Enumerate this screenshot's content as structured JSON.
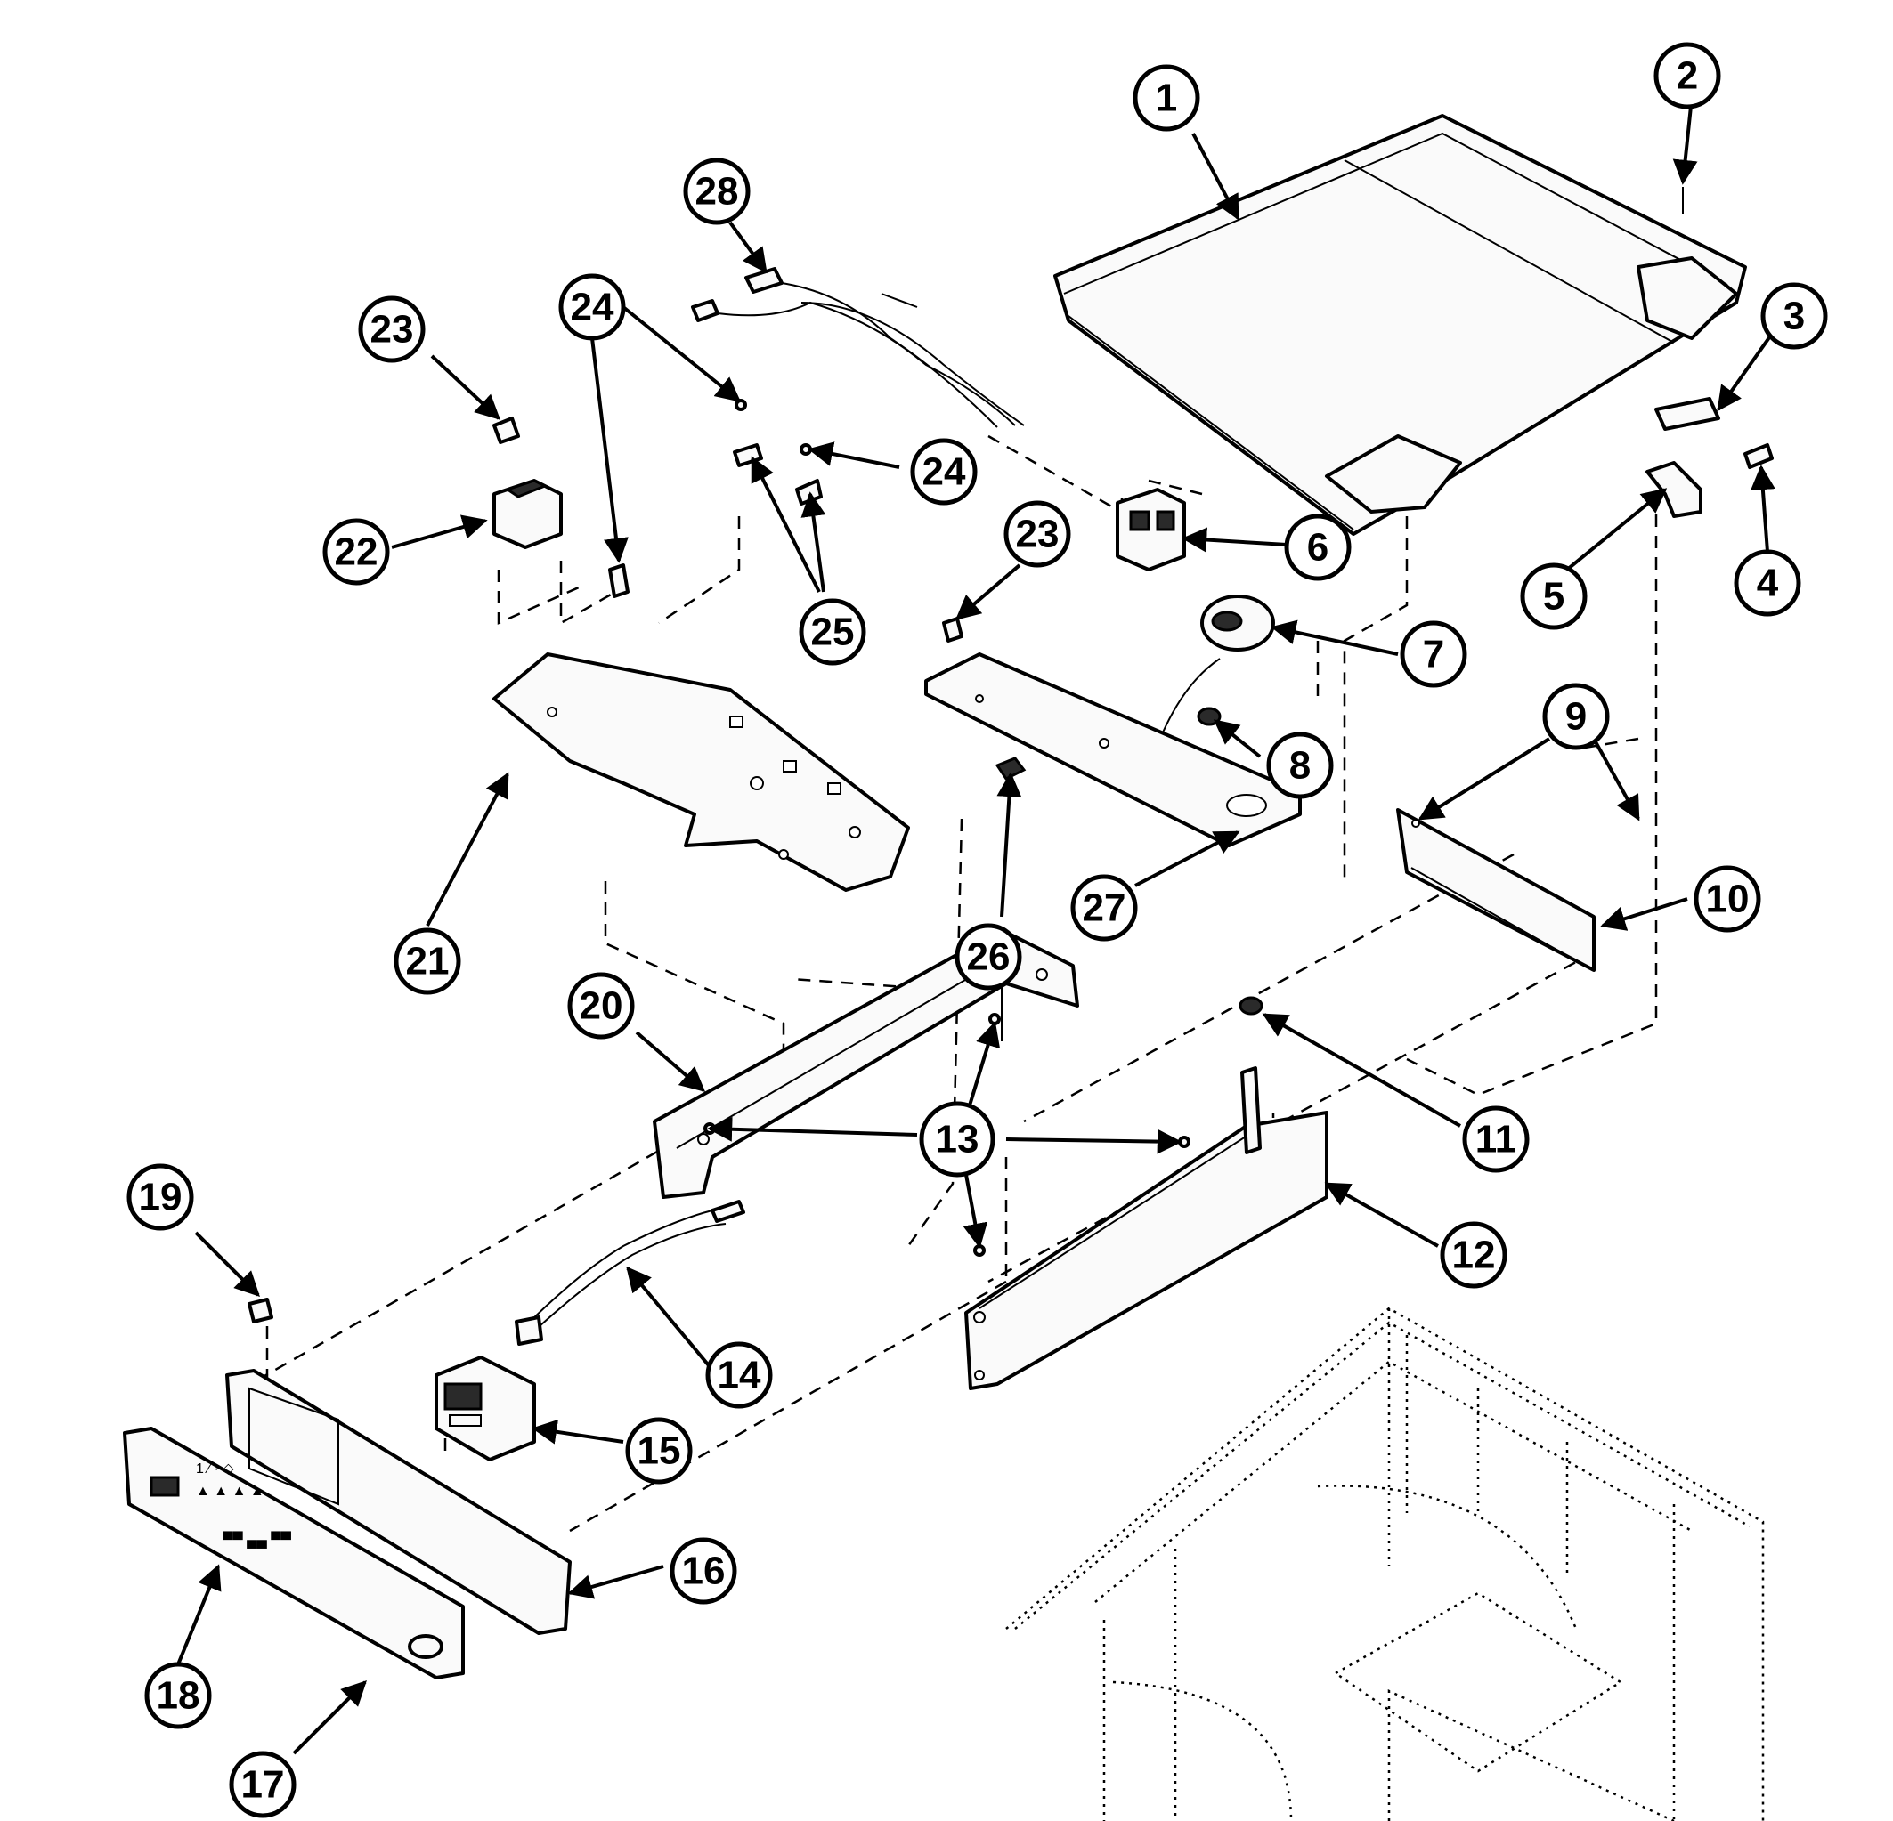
{
  "diagram": {
    "callouts": [
      "1",
      "2",
      "3",
      "4",
      "5",
      "6",
      "7",
      "8",
      "9",
      "10",
      "11",
      "12",
      "13",
      "14",
      "15",
      "16",
      "17",
      "18",
      "19",
      "20",
      "21",
      "22",
      "23",
      "24",
      "25",
      "26",
      "27",
      "28"
    ],
    "callout_23b": "23",
    "callout_24b": "24",
    "panel_text": {
      "line1": "1 ⁄ · ◇",
      "line2": "▲ ▲ ▲ ▲",
      "line3": "▀▀ ▄▄ ▀▀"
    }
  }
}
